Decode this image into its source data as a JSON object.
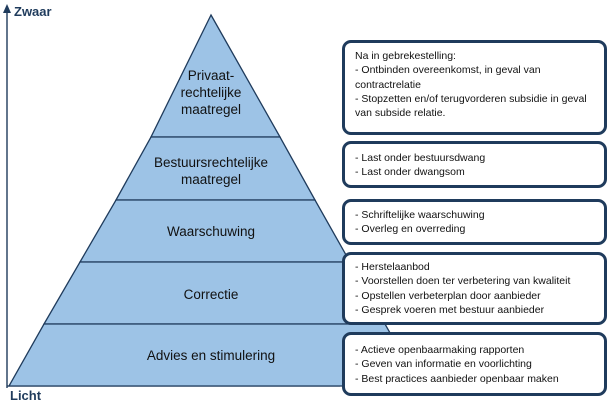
{
  "axis": {
    "top_label": "Zwaar",
    "bottom_label": "Licht"
  },
  "tiers": [
    {
      "label_lines": [
        "Privaat-",
        "rechtelijke",
        "maatregel"
      ]
    },
    {
      "label_lines": [
        "Bestuursrechtelijke",
        "maatregel"
      ]
    },
    {
      "label_lines": [
        "Waarschuwing"
      ]
    },
    {
      "label_lines": [
        "Correctie"
      ]
    },
    {
      "label_lines": [
        "Advies en stimulering"
      ]
    }
  ],
  "boxes": [
    {
      "intro": "Na in gebrekestelling:",
      "items": [
        "- Ontbinden overeenkomst, in geval van contractrelatie",
        "- Stopzetten en/of terugvorderen subsidie in geval van subside relatie."
      ]
    },
    {
      "items": [
        "- Last onder bestuursdwang",
        "- Last onder dwangsom"
      ]
    },
    {
      "items": [
        "- Schriftelijke waarschuwing",
        "- Overleg en overreding"
      ]
    },
    {
      "items": [
        "- Herstelaanbod",
        "- Voorstellen doen ter verbetering van kwaliteit",
        "- Opstellen verbeterplan door aanbieder",
        "- Gesprek voeren met bestuur aanbieder"
      ]
    },
    {
      "items": [
        "- Actieve openbaarmaking rapporten",
        "- Geven van informatie en voorlichting",
        "- Best practices aanbieder openbaar maken"
      ]
    }
  ],
  "colors": {
    "pyramid_fill": "#9dc3e6",
    "pyramid_stroke": "#1f3b5c",
    "box_border": "#1f3b5c",
    "axis": "#1f3b5c"
  }
}
